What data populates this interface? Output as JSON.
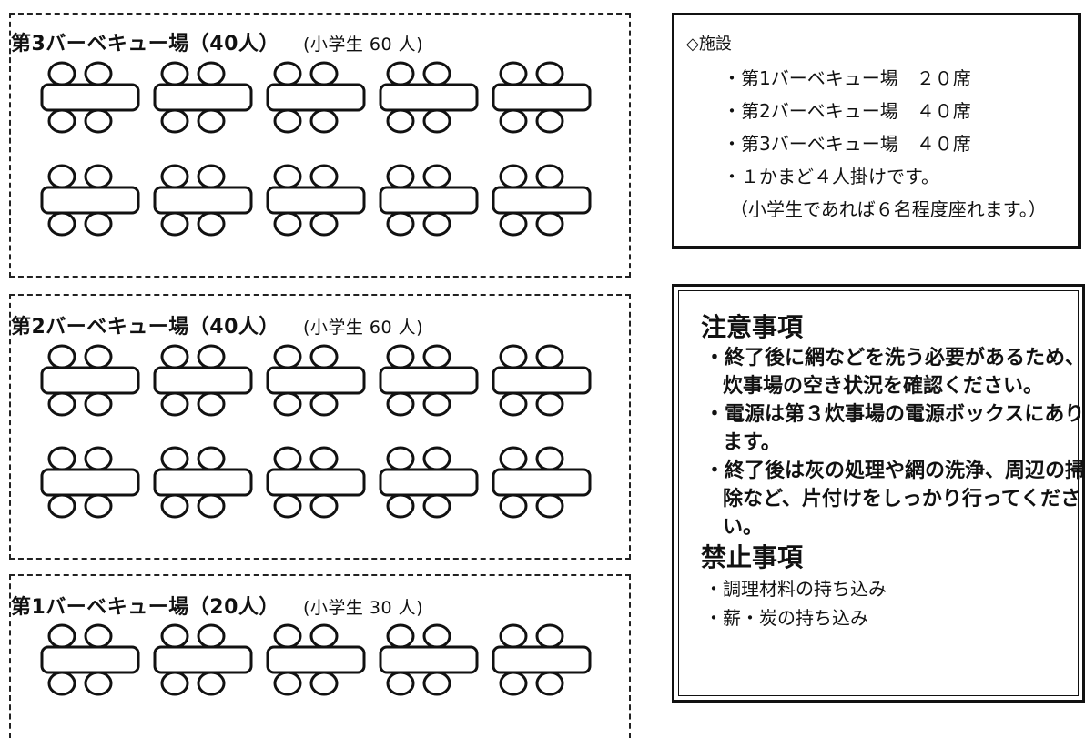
{
  "areas": [
    {
      "title": "第3バーベキュー場（40人）",
      "note": "(小学生 60 人)"
    },
    {
      "title": "第2バーベキュー場（40人）",
      "note": "(小学生 60 人)"
    },
    {
      "title": "第1バーベキュー場（20人）",
      "note": "(小学生 30 人)"
    }
  ],
  "facility": {
    "title": "◇施設",
    "items": [
      "・第1バーベキュー場　２０席",
      "・第2バーベキュー場　４０席",
      "・第3バーベキュー場　４０席",
      "・１かまど４人掛けです。"
    ],
    "sub": "（小学生であれば６名程度座れます。）"
  },
  "notice": {
    "caution_heading": "注意事項",
    "caution_items": [
      "・終了後に網などを洗う必要があるため、炊事場の空き状況を確認ください。",
      "・電源は第３炊事場の電源ボックスにあります。",
      "・終了後は灰の処理や網の洗浄、周辺の掃除など、片付けをしっかり行ってください。"
    ],
    "ban_heading": "禁止事項",
    "ban_items": [
      "・調理材料の持ち込み",
      "・薪・炭の持ち込み"
    ]
  }
}
